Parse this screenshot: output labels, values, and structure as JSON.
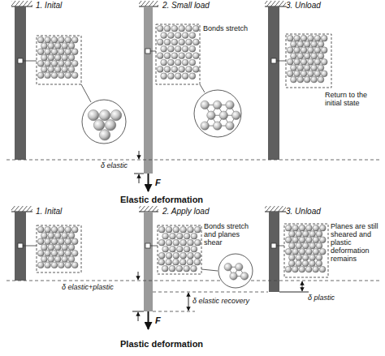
{
  "diagram": {
    "labels": [
      "1. Inital",
      "2. Small load",
      "Bonds stretch",
      "3. Unload",
      "Return to the initial state",
      "δ elastic",
      "F",
      "Elastic deformation",
      "1. Inital",
      "2. Apply load",
      "Bonds stretch and planes shear",
      "3. Unload",
      "Planes are still sheared and plastic deformation remains",
      "δ elastic+plastic",
      "δ elastic recovery",
      "δ plastic",
      "F",
      "Plastic deformation"
    ]
  }
}
